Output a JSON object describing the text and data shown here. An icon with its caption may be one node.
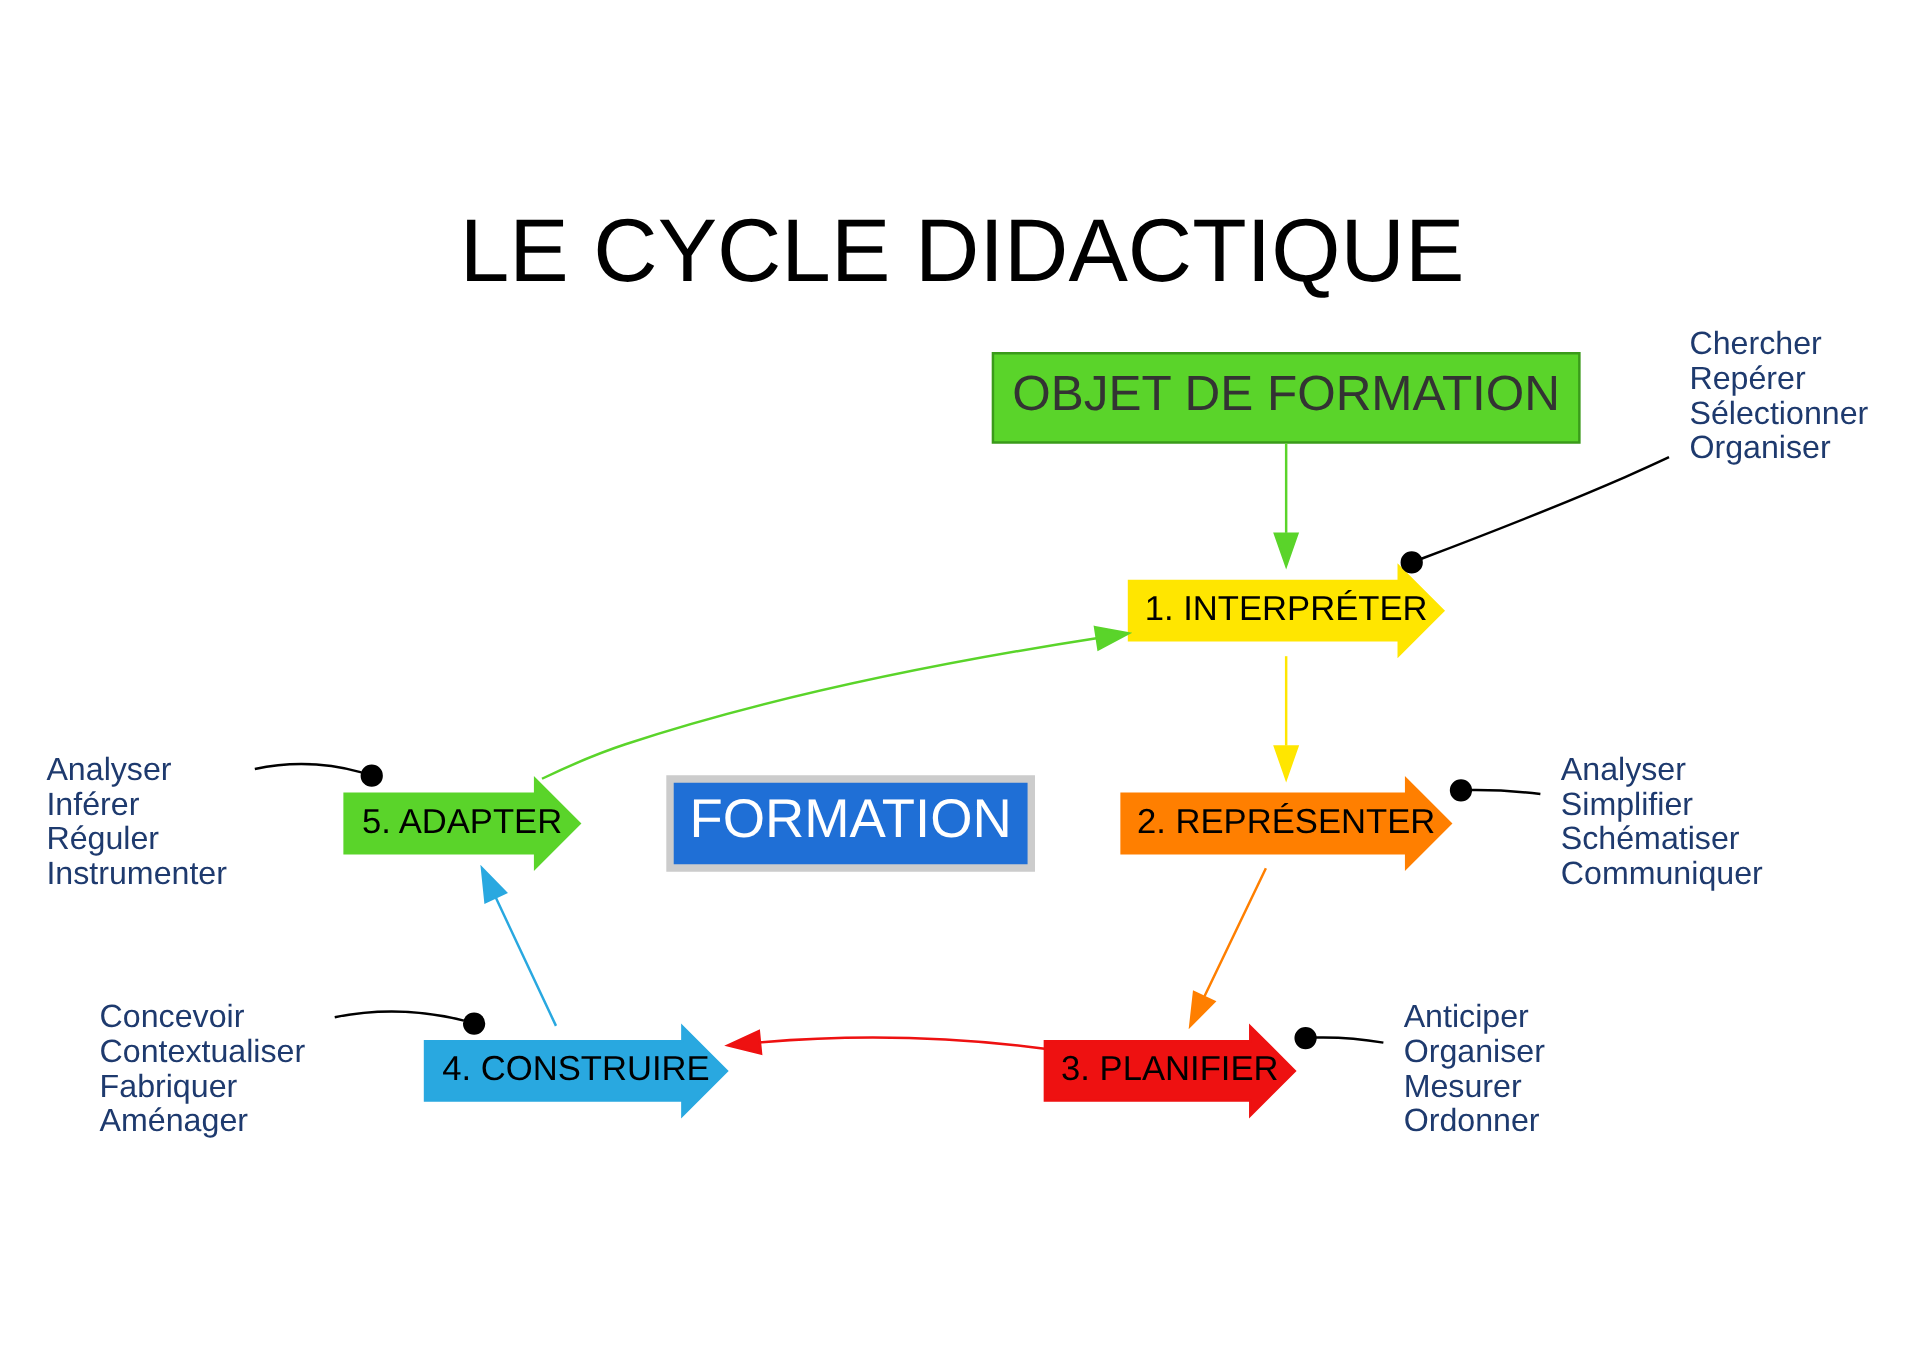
{
  "diagram": {
    "title": "LE CYCLE DIDACTIQUE",
    "nodes": [
      {
        "text": [
          "OBJET DE FORMATION"
        ]
      },
      {
        "text": [
          "1. INTERPRÉTER"
        ]
      },
      {
        "text": [
          "2. REPRÉSENTER"
        ]
      },
      {
        "text": [
          "3. PLANIFIER"
        ]
      },
      {
        "text": [
          "4. CONSTRUIRE"
        ]
      },
      {
        "text": [
          "5. ADAPTER"
        ]
      },
      {
        "text": [
          "FORMATION"
        ]
      },
      {
        "text": [
          "Chercher",
          "Repérer",
          "Sélectionner",
          "Organiser"
        ]
      },
      {
        "text": [
          "Analyser",
          "Simplifier",
          "Schématiser",
          "Communiquer"
        ]
      },
      {
        "text": [
          "Anticiper",
          "Organiser",
          "Mesurer",
          "Ordonner"
        ]
      },
      {
        "text": [
          "Concevoir",
          "Contextualiser",
          "Fabriquer",
          "Aménager"
        ]
      },
      {
        "text": [
          "Analyser",
          "Inférer",
          "Réguler",
          "Instrumenter"
        ]
      }
    ],
    "edges": [
      {
        "from": 0,
        "to": 1,
        "arrow": "to",
        "color": "#5ad42a"
      },
      {
        "from": 1,
        "to": 2,
        "arrow": "to",
        "color": "#ffe600"
      },
      {
        "from": 2,
        "to": 3,
        "arrow": "to",
        "color": "#ff7f00"
      },
      {
        "from": 3,
        "to": 4,
        "arrow": "to",
        "color": "#ee1111"
      },
      {
        "from": 4,
        "to": 5,
        "arrow": "to",
        "color": "#29a8e0"
      },
      {
        "from": 5,
        "to": 1,
        "arrow": "to",
        "color": "#5ad42a"
      },
      {
        "from": 7,
        "to": 1,
        "arrow": "other"
      },
      {
        "from": 8,
        "to": 2,
        "arrow": "other"
      },
      {
        "from": 9,
        "to": 3,
        "arrow": "other"
      },
      {
        "from": 10,
        "to": 4,
        "arrow": "other"
      },
      {
        "from": 11,
        "to": 5,
        "arrow": "other"
      }
    ]
  }
}
